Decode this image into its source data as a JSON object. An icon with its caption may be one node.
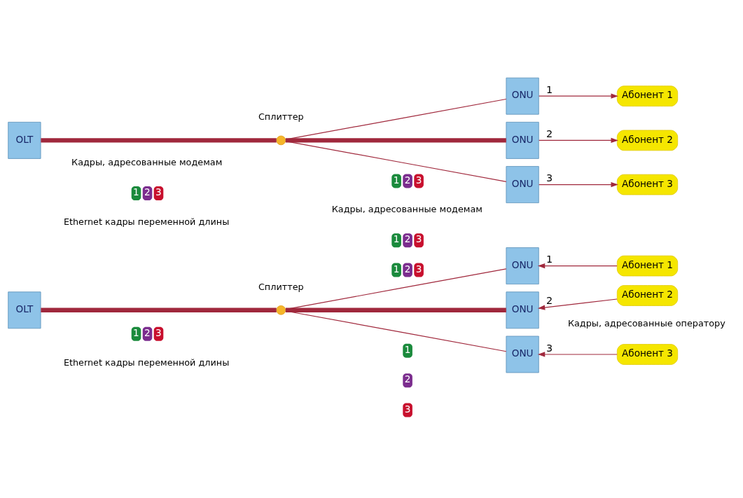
{
  "diagram": {
    "nodes": [
      {
        "text": [
          "OLT"
        ]
      },
      {
        "text": [],
        "shape": "circle",
        "beside": [
          "Сплиттер"
        ]
      },
      {
        "text": [
          "ONU"
        ]
      },
      {
        "text": [
          "ONU"
        ]
      },
      {
        "text": [
          "ONU"
        ]
      },
      {
        "text": [
          "Абонент 1"
        ]
      },
      {
        "text": [
          "Абонент 2"
        ]
      },
      {
        "text": [
          "Абонент 3"
        ]
      },
      {
        "text": [
          "OLT"
        ]
      },
      {
        "text": [],
        "shape": "circle",
        "beside": [
          "Сплиттер"
        ]
      },
      {
        "text": [
          "ONU"
        ]
      },
      {
        "text": [
          "ONU"
        ]
      },
      {
        "text": [
          "ONU"
        ]
      },
      {
        "text": [
          "Абонент 1"
        ]
      },
      {
        "text": [
          "Абонент 2"
        ]
      },
      {
        "text": [
          "Абонент 3"
        ]
      }
    ],
    "edges": [
      {
        "from": 0,
        "to": 1,
        "arrow": "none",
        "style": "thick"
      },
      {
        "from": 1,
        "to": 2,
        "arrow": "none"
      },
      {
        "from": 1,
        "to": 3,
        "arrow": "none",
        "style": "thick"
      },
      {
        "from": 1,
        "to": 4,
        "arrow": "none"
      },
      {
        "from": 2,
        "to": 5,
        "arrow": "to",
        "label": "1"
      },
      {
        "from": 3,
        "to": 6,
        "arrow": "to",
        "label": "2"
      },
      {
        "from": 4,
        "to": 7,
        "arrow": "to",
        "label": "3"
      },
      {
        "from": 8,
        "to": 9,
        "arrow": "none",
        "style": "thick"
      },
      {
        "from": 9,
        "to": 10,
        "arrow": "none"
      },
      {
        "from": 9,
        "to": 11,
        "arrow": "none",
        "style": "thick"
      },
      {
        "from": 9,
        "to": 12,
        "arrow": "none"
      },
      {
        "from": 13,
        "to": 10,
        "arrow": "to",
        "label": "1"
      },
      {
        "from": 14,
        "to": 11,
        "arrow": "to",
        "label": "2"
      },
      {
        "from": 15,
        "to": 12,
        "arrow": "to",
        "label": "3"
      }
    ],
    "labels": [
      "Кадры, адресованные модемам",
      "1",
      "2",
      "3",
      "1",
      "2",
      "3",
      "Кадры, адресованные модемам",
      "1",
      "2",
      "3",
      "Ethernet кадры переменной длины",
      "1",
      "2",
      "3",
      "Кадры, адресованные оператору",
      "1",
      "1",
      "2",
      "3",
      "2",
      "Ethernet кадры переменной длины",
      "3"
    ]
  }
}
